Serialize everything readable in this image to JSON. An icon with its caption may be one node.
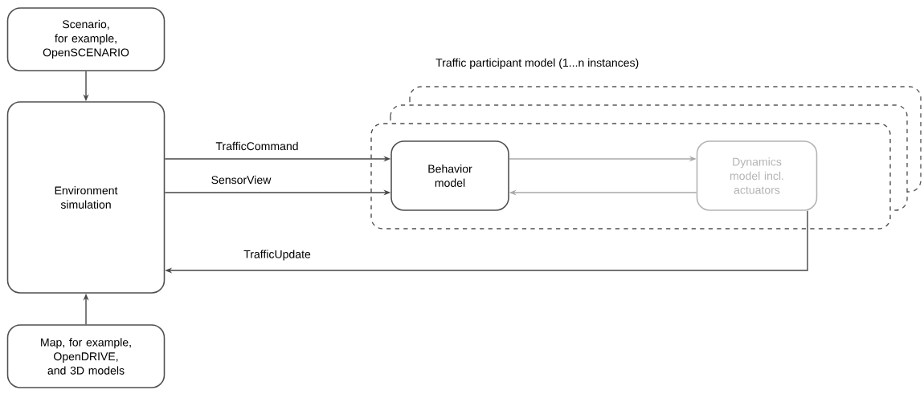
{
  "diagram": {
    "nodes": [
      {
        "text": [
          "Scenario, for example, OpenSCENARIO"
        ]
      },
      {
        "text": [
          "Environment simulation"
        ]
      },
      {
        "text": [
          "Map, for example, OpenDRIVE, and 3D models"
        ]
      },
      {
        "text": [
          "Traffic participant model (1...n instances)"
        ]
      },
      {
        "text": [
          "Behavior model"
        ],
        "in": 3
      },
      {
        "text": [
          "Dynamics model incl. actuators"
        ],
        "in": 3
      }
    ],
    "edges": [
      {
        "from": 0,
        "to": 1,
        "arrow": "to"
      },
      {
        "from": 2,
        "to": 1,
        "arrow": "to"
      },
      {
        "from": 1,
        "to": 4,
        "arrow": "to",
        "label": "TrafficCommand"
      },
      {
        "from": 1,
        "to": 4,
        "arrow": "to",
        "label": "SensorView"
      },
      {
        "from": 4,
        "to": 5,
        "arrow": "to",
        "color": "#a8a8a8"
      },
      {
        "from": 5,
        "to": 4,
        "arrow": "to",
        "color": "#a8a8a8"
      },
      {
        "from": 5,
        "to": 1,
        "arrow": "to",
        "label": "TrafficUpdate"
      }
    ]
  }
}
